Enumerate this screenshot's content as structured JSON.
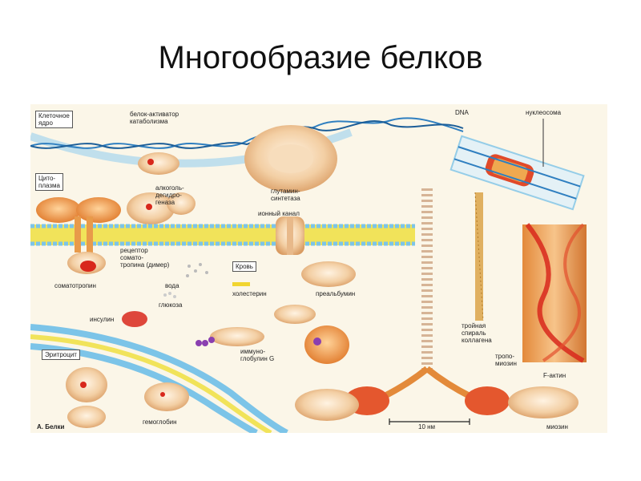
{
  "title": "Многообразие белков",
  "labels": {
    "cell_nucleus": "Клеточное\nядро",
    "activator": "белок-активатор\nкатаболизма",
    "dna": "DNA",
    "nucleosome": "нуклеосома",
    "cytoplasm": "Цито-\nплазма",
    "adh": "алкоголь-\nдегидро-\nгеназа",
    "glutamine": "глутамин-\nсинтетаза",
    "ion_channel": "ионный канал",
    "receptor": "рецептор\nсомато-\nтропина (димер)",
    "blood": "Кровь",
    "somatotropin": "соматотропин",
    "water": "вода",
    "cholesterol": "холестерин",
    "prealbumin": "преальбумин",
    "glucose": "глюкоза",
    "insulin": "инсулин",
    "erythrocyte": "Эритроцит",
    "immunoglobulin": "иммуно-\nглобулин G",
    "collagen": "тройная\nспираль\nколлагена",
    "tropomyosin": "тропо-\nмиозин",
    "actin": "F-актин",
    "hemoglobin": "гемоглобин",
    "proteins": "А. Белки",
    "scale": "10 нм",
    "myosin": "миозин"
  },
  "colors": {
    "background": "#fbf6e8",
    "dna_helix": "#2f7fc0",
    "membrane_yellow": "#f1e35a",
    "membrane_blue": "#7cc4e8",
    "protein_peach": "#f2c79a",
    "protein_orange": "#e89a4a",
    "accent_red": "#d8281c",
    "purple": "#8a3fb0"
  }
}
